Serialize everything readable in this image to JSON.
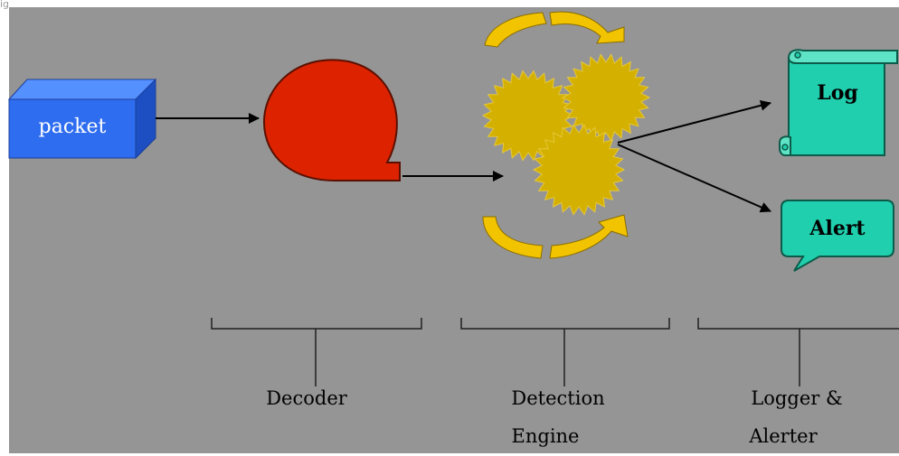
{
  "figure": {
    "caption_fragment": "ig"
  },
  "colors": {
    "background": "#959595",
    "packet_front": "#2f6df0",
    "packet_top": "#4f8cff",
    "packet_side": "#1d4fc2",
    "decoder": "#dd2200",
    "gear": "#d4b000",
    "gear_light": "#e6c83a",
    "arrow_gold": "#f2c400",
    "output_teal": "#1fcfad"
  },
  "nodes": {
    "packet_label": "packet",
    "log_label": "Log",
    "alert_label": "Alert"
  },
  "icons": {
    "packet": "box-icon",
    "decoder": "speech-bubble-icon",
    "engine": "gears-icon",
    "log": "scroll-icon",
    "alert": "callout-icon"
  },
  "stages": {
    "decoder": "Decoder",
    "detection_line1": "Detection",
    "detection_line2": "Engine",
    "logger_line1": "Logger &",
    "logger_line2": "Alerter"
  }
}
